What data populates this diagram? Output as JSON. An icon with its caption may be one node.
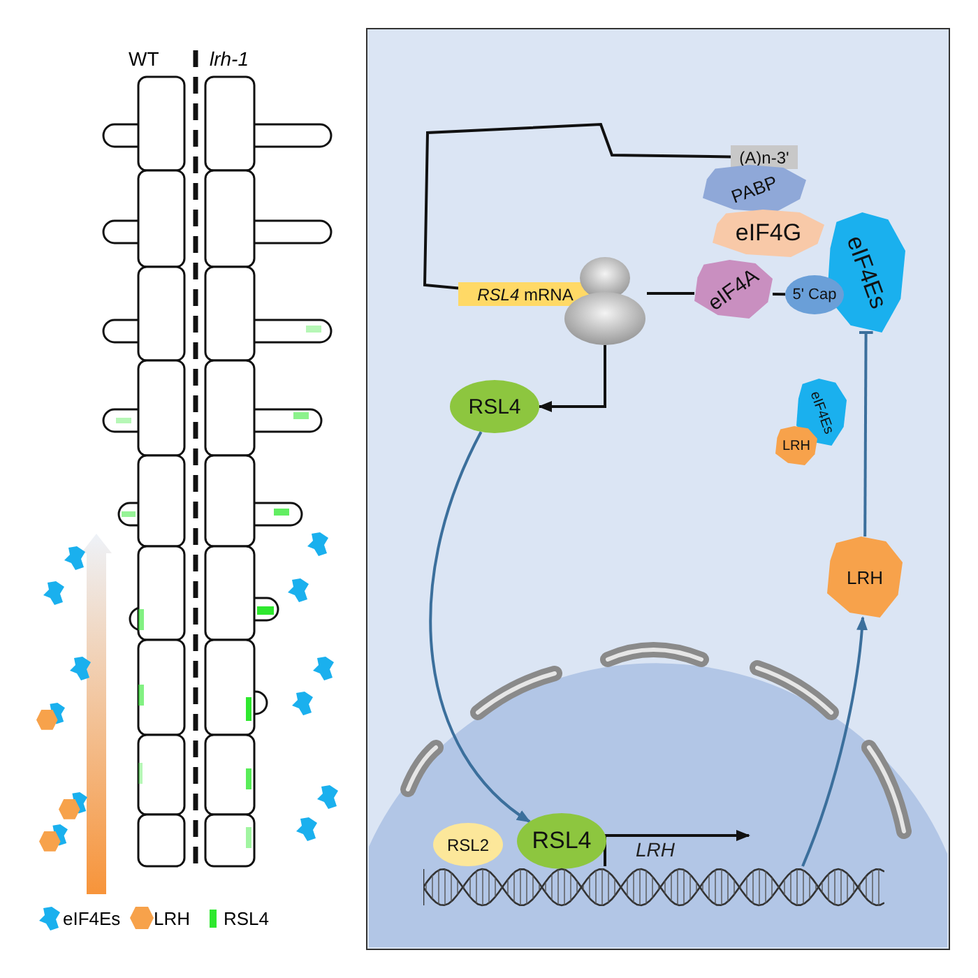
{
  "diagram": {
    "nodes": [
      {
        "text": [
          "(A)n-3'"
        ]
      },
      {
        "text": [
          "PABP"
        ]
      },
      {
        "text": [
          "eIF4G"
        ]
      },
      {
        "text": [
          "eIF4Es"
        ]
      },
      {
        "text": [
          "*RSL4* mRNA"
        ]
      },
      {
        "text": [],
        "shape": "picture"
      },
      {
        "text": [
          "eIF4A"
        ]
      },
      {
        "text": [
          "5' Cap"
        ]
      },
      {
        "text": [
          "RSL4"
        ]
      },
      {
        "text": [
          "eIF4Es"
        ]
      },
      {
        "text": [
          "LRH"
        ]
      },
      {
        "text": [
          "LRH"
        ]
      },
      {
        "text": [
          "RSL2"
        ]
      },
      {
        "text": [
          "RSL4"
        ]
      },
      {
        "text": [],
        "shape": "picture"
      }
    ],
    "edges": [
      {
        "from": 0,
        "to": 4,
        "arrow": "none"
      },
      {
        "from": 5,
        "to": 6,
        "arrow": "none"
      },
      {
        "from": 6,
        "to": 7,
        "arrow": "none"
      },
      {
        "from": 5,
        "to": 8,
        "arrow": "to"
      },
      {
        "from": 8,
        "to": 13,
        "arrow": "to",
        "color": "#3b6f9c"
      },
      {
        "from": 14,
        "to": null,
        "arrow": "to",
        "label": "LRH"
      },
      {
        "from": 14,
        "to": 11,
        "arrow": "to",
        "color": "#3b6f9c"
      },
      {
        "from": 11,
        "to": 3,
        "arrow": "other",
        "color": "#3b6f9c"
      }
    ],
    "labels": [
      "WT",
      "lrh-1"
    ],
    "legend": [
      {
        "text": "eIF4Es"
      },
      {
        "text": "LRH"
      },
      {
        "text": "RSL4",
        "color": "#2ee82e"
      }
    ]
  }
}
